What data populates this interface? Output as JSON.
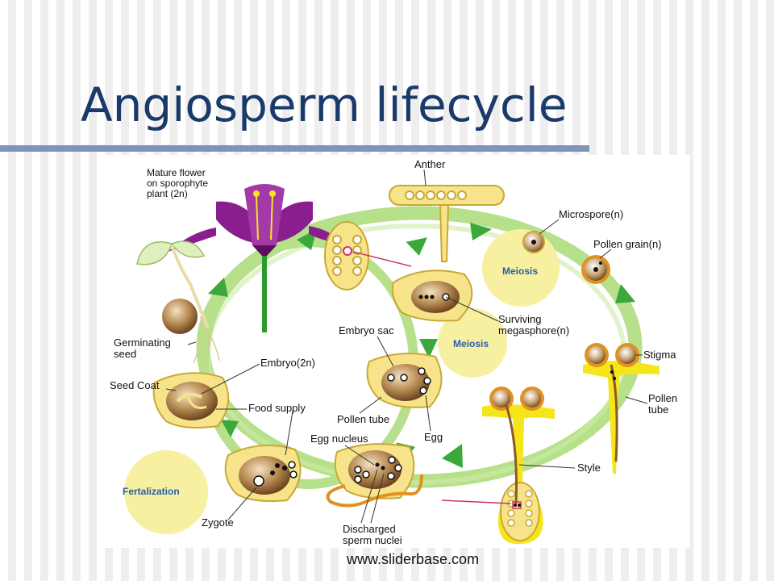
{
  "slide": {
    "title": "Angiosperm lifecycle",
    "footer": "www.sliderbase.com"
  },
  "diagram": {
    "labels": {
      "mature_flower": [
        "Mature flower",
        "on sporophyte",
        "plant (2n)"
      ],
      "anther": "Anther",
      "microspore": "Microspore(n)",
      "pollen_grain": "Pollen grain(n)",
      "meiosis_1": "Meiosis",
      "meiosis_2": "Meiosis",
      "surviving_megaspore": [
        "Surviving",
        "megasphore(n)"
      ],
      "embryo_sac": "Embryo sac",
      "stigma": "Stigma",
      "pollen_tube_right": [
        "Pollen",
        "tube"
      ],
      "pollen_tube_center": "Pollen tube",
      "egg": "Egg",
      "germinating_seed": [
        "Germinating",
        "seed"
      ],
      "embryo": "Embryo(2n)",
      "seed_coat": "Seed Coat",
      "food_supply": "Food supply",
      "egg_nucleus": "Egg nucleus",
      "style": "Style",
      "fertilization": "Fertalization",
      "zygote": "Zygote",
      "discharged_sperm": [
        "Discharged",
        "sperm nuclei"
      ]
    },
    "colors": {
      "cycle_arrow": "#b6e08a",
      "arrowhead": "#3aa83a",
      "seed_yellow": "#f7e48a",
      "seed_outline": "#c9a835",
      "embryo_brown": "#8a5a2b",
      "circle_yellow": "#f6f0a0",
      "petal_purple": "#8a1e8f",
      "stem_green": "#2e9a2e",
      "pollen_orange": "#e0921e",
      "style_yellow": "#f6e51a",
      "pointer_pink": "#cc3366"
    }
  }
}
